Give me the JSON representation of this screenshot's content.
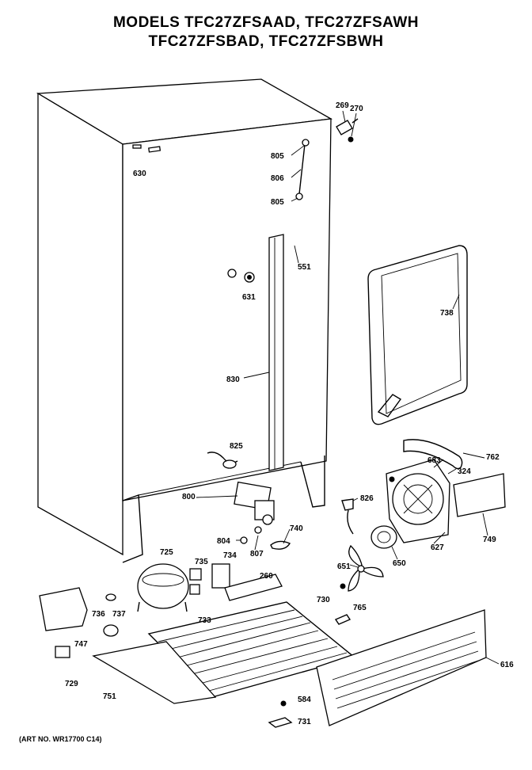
{
  "header": {
    "line1": "MODELS TFC27ZFSAAD, TFC27ZFSAWH",
    "line2": "TFC27ZFSBAD, TFC27ZFSBWH"
  },
  "art_number": "(ART NO. WR17700 C14)",
  "parts": {
    "p269": "269",
    "p270": "270",
    "p630": "630",
    "p805a": "805",
    "p806": "806",
    "p805b": "805",
    "p551": "551",
    "p631": "631",
    "p738": "738",
    "p830": "830",
    "p825": "825",
    "p762": "762",
    "p683": "683",
    "p324": "324",
    "p800": "800",
    "p826": "826",
    "p749": "749",
    "p740": "740",
    "p804": "804",
    "p807": "807",
    "p627": "627",
    "p725": "725",
    "p735": "735",
    "p734": "734",
    "p260": "260",
    "p650": "650",
    "p651": "651",
    "p730": "730",
    "p736": "736",
    "p737": "737",
    "p733": "733",
    "p765": "765",
    "p747": "747",
    "p616": "616",
    "p729": "729",
    "p751": "751",
    "p584": "584",
    "p731": "731"
  }
}
